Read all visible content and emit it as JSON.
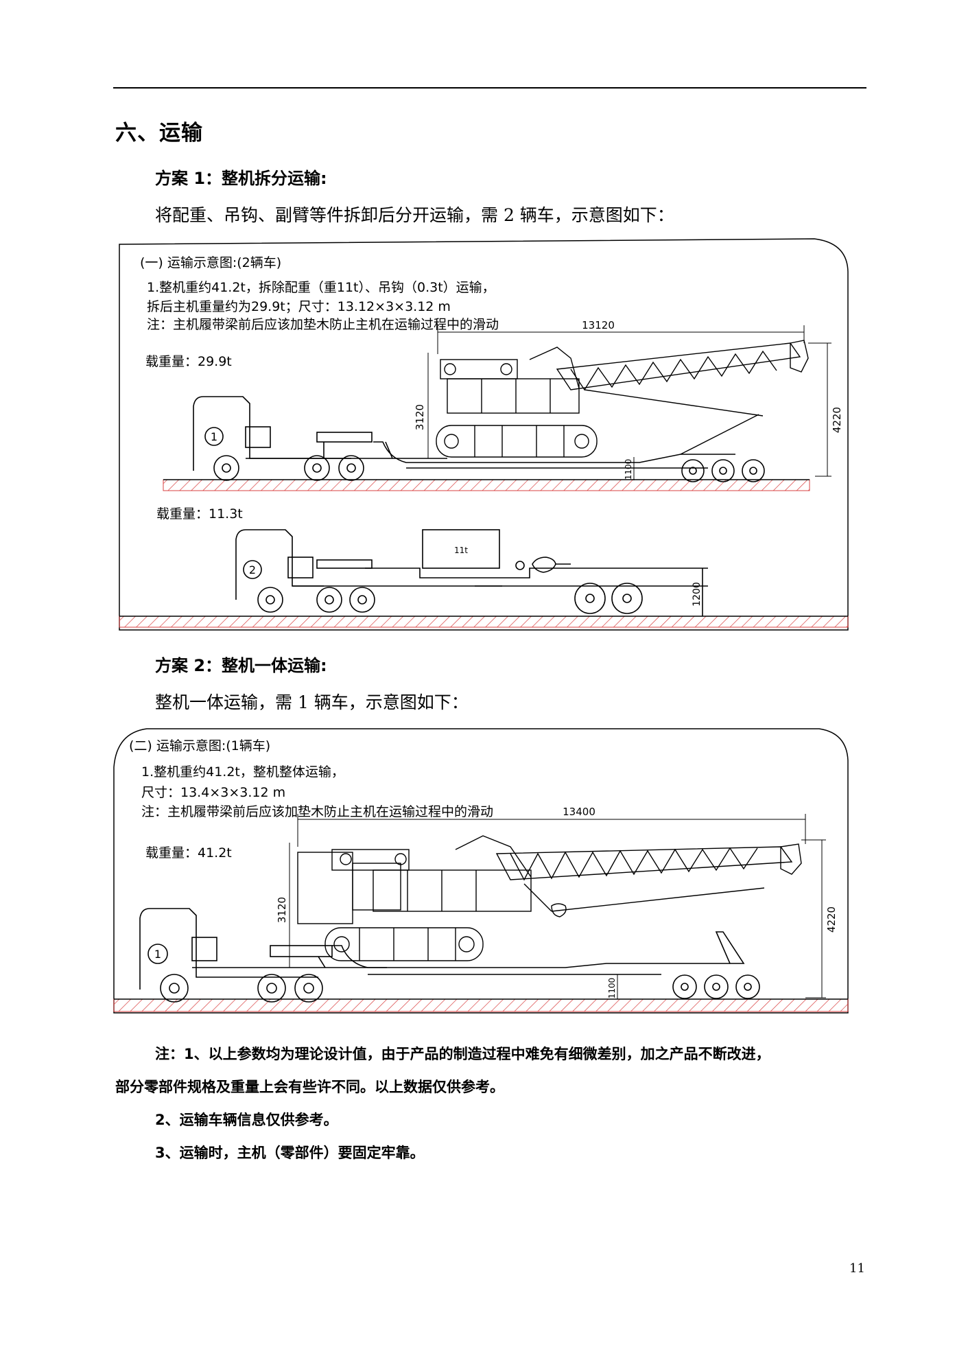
{
  "section_title": "六、运输",
  "plan1": {
    "title": "方案 1：整机拆分运输:",
    "desc": "将配重、吊钩、副臂等件拆卸后分开运输，需 2 辆车，示意图如下：",
    "diagram": {
      "caption": "(一) 运输示意图:(2辆车)",
      "line1": "1.整机重约41.2t，拆除配重（重11t）、吊钩（0.3t）运输，",
      "line2": "拆后主机重量约为29.9t；尺寸：13.12×3×3.12 m",
      "line3": "注：主机履带梁前后应该加垫木防止主机在运输过程中的滑动",
      "truck1_load": "载重量：29.9t",
      "truck2_load": "载重量：11.3t",
      "dim_length": "13120",
      "dim_height": "3120",
      "dim_total_height": "4220",
      "dim_deck": "1100",
      "dim_deck2": "1200",
      "truck1_no": "1",
      "truck2_no": "2",
      "counterweight_label": "11t"
    }
  },
  "plan2": {
    "title": "方案 2：整机一体运输:",
    "desc": "整机一体运输，需 1 辆车，示意图如下：",
    "diagram": {
      "caption": "(二) 运输示意图:(1辆车)",
      "line1": "1.整机重约41.2t，整机整体运输，",
      "line2": "尺寸：13.4×3×3.12 m",
      "line3": "注：主机履带梁前后应该加垫木防止主机在运输过程中的滑动",
      "truck_load": "载重量：41.2t",
      "dim_length": "13400",
      "dim_height": "3120",
      "dim_total_height": "4220",
      "dim_deck": "1100",
      "truck_no": "1"
    }
  },
  "notes": {
    "n1a": "注：1、以上参数均为理论设计值，由于产品的制造过程中难免有细微差别，加之产品不断改进，",
    "n1b": "部分零部件规格及重量上会有些许不同。以上数据仅供参考。",
    "n2": "2、运输车辆信息仅供参考。",
    "n3": "3、运输时，主机（零部件）要固定牢靠。"
  },
  "page_number": "11"
}
